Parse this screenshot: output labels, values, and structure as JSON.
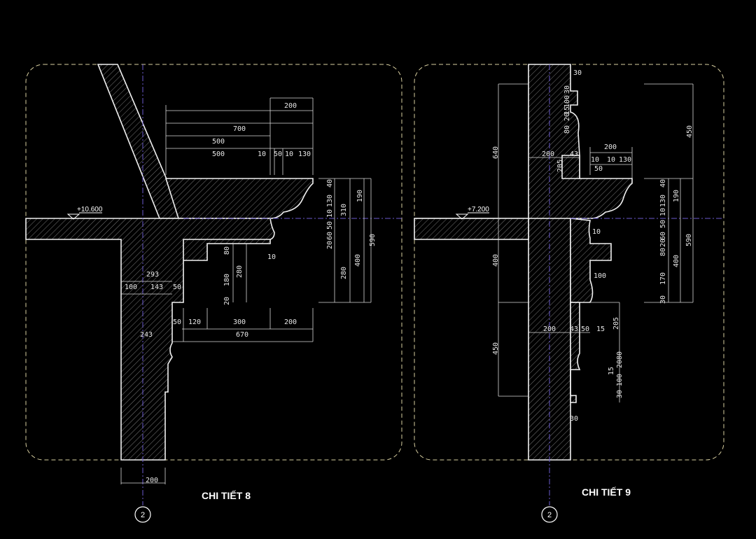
{
  "details": [
    {
      "title": "CHI TIẾT 8",
      "level": "+10.600",
      "axis_label": "2",
      "dimensions": [
        "200",
        "700",
        "500",
        "500",
        "10",
        "50",
        "10",
        "130",
        "40",
        "130",
        "10",
        "310",
        "50",
        "60",
        "20",
        "190",
        "590",
        "400",
        "280",
        "80",
        "180",
        "280",
        "20",
        "10",
        "293",
        "100",
        "143",
        "50",
        "50",
        "120",
        "300",
        "200",
        "670",
        "243",
        "200"
      ]
    },
    {
      "title": "CHI TIẾT 9",
      "level": "+7.200",
      "axis_label": "2",
      "dimensions": [
        "30",
        "640",
        "30",
        "100",
        "15",
        "20",
        "80",
        "200",
        "43",
        "205",
        "200",
        "10",
        "10",
        "130",
        "50",
        "450",
        "40",
        "130",
        "10",
        "50",
        "60",
        "20",
        "80",
        "170",
        "30",
        "190",
        "400",
        "590",
        "10",
        "100",
        "400",
        "450",
        "200",
        "43",
        "50",
        "15",
        "205",
        "80",
        "20",
        "15",
        "100",
        "30",
        "30"
      ]
    }
  ],
  "colors": {
    "background": "#000000",
    "lines": "#f0f0f0",
    "axis": "#6a5acd",
    "frame": "#d8cfa0"
  }
}
